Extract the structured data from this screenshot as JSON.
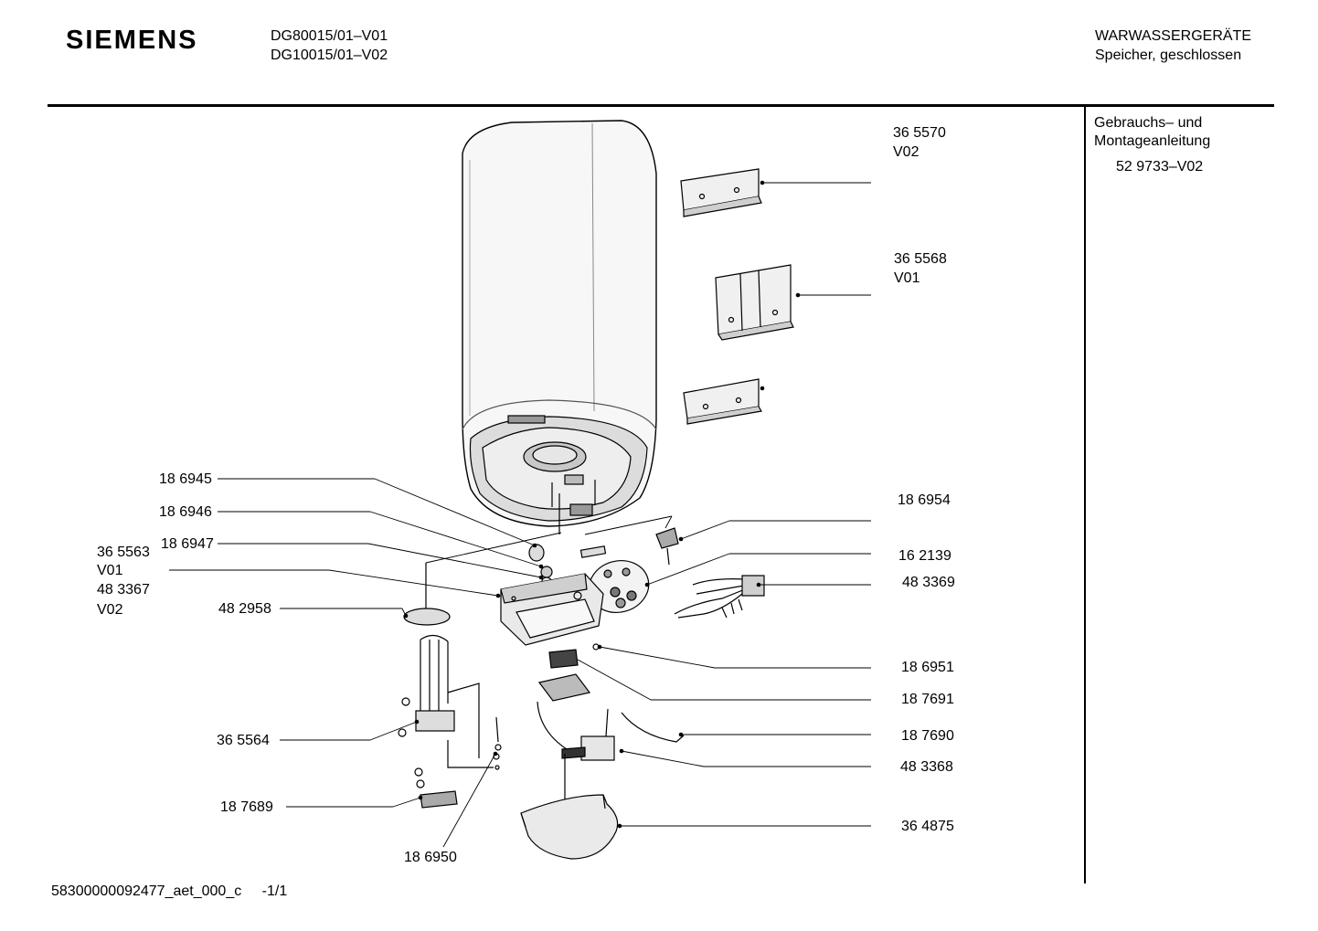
{
  "header": {
    "brand": "SIEMENS",
    "models": [
      "DG80015/01–V01",
      "DG10015/01–V02"
    ],
    "category": "WARWASSERGERÄTE",
    "subcategory": "Speicher, geschlossen"
  },
  "sidebar": {
    "manual_title_line1": "Gebrauchs– und",
    "manual_title_line2": "Montageanleitung",
    "manual_number": "52 9733–V02"
  },
  "parts": {
    "p365570": "36 5570",
    "p365570_var": "V02",
    "p365568": "36 5568",
    "p365568_var": "V01",
    "p186954": "18 6954",
    "p162139": "16 2139",
    "p483369": "48 3369",
    "p186951": "18 6951",
    "p187691": "18 7691",
    "p187690": "18 7690",
    "p483368": "48 3368",
    "p364875": "36 4875",
    "p186945": "18 6945",
    "p186946": "18 6946",
    "p186947": "18 6947",
    "p365563": "36 5563",
    "p365563_var": "V01",
    "p483367": "48 3367",
    "p483367_var": "V02",
    "p482958": "48 2958",
    "p365564": "36 5564",
    "p187689": "18 7689",
    "p186950": "18 6950"
  },
  "footer": {
    "doc_id": "58300000092477_aet_000_c",
    "page": "-1/1"
  }
}
